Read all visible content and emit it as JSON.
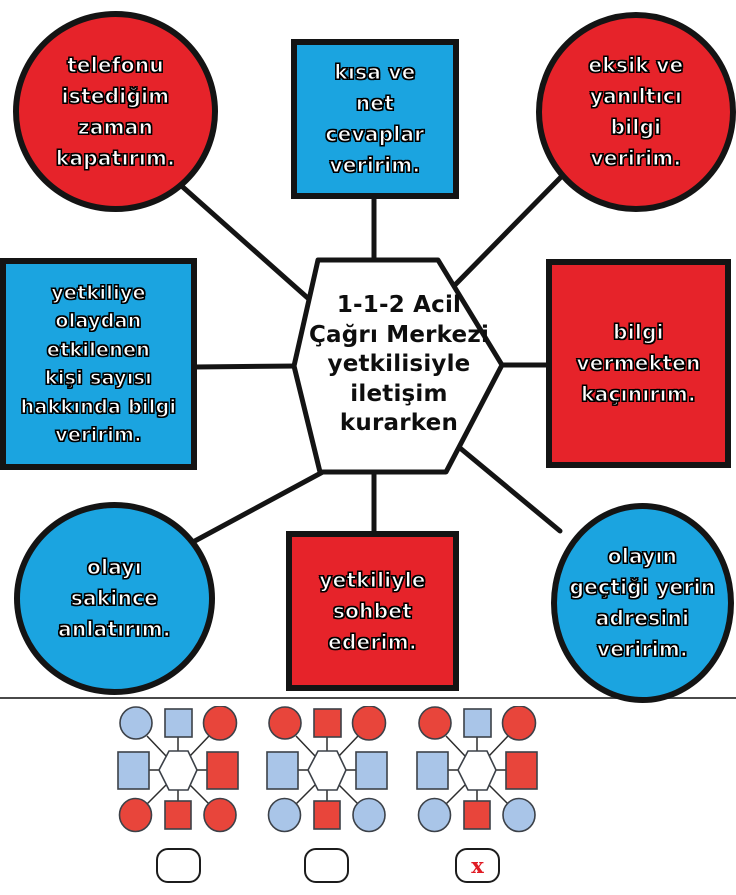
{
  "palette": {
    "main_red": "#e6232a",
    "main_blue": "#1ba4e0",
    "mini_red": "#e8453b",
    "mini_blue": "#a9c5e8",
    "outline_black": "#141414",
    "mark_red": "#e01b24",
    "hexagon_fill": "#ffffff"
  },
  "center_hexagon": {
    "text": "1-1-2 Acil\nÇağrı Merkezi\nyetkilisiyle\niletişim\nkurarken"
  },
  "nodes": [
    {
      "id": "top-left",
      "shape": "circle",
      "fill": "#e6232a",
      "text": "telefonu\nistediğim\nzaman\nkapatırım."
    },
    {
      "id": "top-center",
      "shape": "square",
      "fill": "#1ba4e0",
      "text": "kısa ve\nnet\ncevaplar\nveririm."
    },
    {
      "id": "top-right",
      "shape": "circle",
      "fill": "#e6232a",
      "text": "eksik ve\nyanıltıcı\nbilgi\nveririm."
    },
    {
      "id": "middle-left",
      "shape": "square",
      "fill": "#1ba4e0",
      "text": "yetkiliye olaydan\netkilenen\nkişi sayısı\nhakkında bilgi\nveririm."
    },
    {
      "id": "middle-right",
      "shape": "square",
      "fill": "#e6232a",
      "text": "bilgi\nvermekten\nkaçınırım."
    },
    {
      "id": "bottom-left",
      "shape": "circle",
      "fill": "#1ba4e0",
      "text": "olayı\nsakince\nanlatırım."
    },
    {
      "id": "bottom-center",
      "shape": "square",
      "fill": "#e6232a",
      "text": "yetkiliyle\nsohbet\nederim."
    },
    {
      "id": "bottom-right",
      "shape": "circle",
      "fill": "#1ba4e0",
      "text": "olayın\ngeçtiği yerin\nadresini\nveririm."
    }
  ],
  "answer_options": [
    {
      "mark": "",
      "shapes": {
        "tl": "#a9c5e8",
        "tc": "#a9c5e8",
        "tr": "#e8453b",
        "ml": "#a9c5e8",
        "mr": "#e8453b",
        "bl": "#e8453b",
        "bc": "#e8453b",
        "br": "#e8453b"
      }
    },
    {
      "mark": "",
      "shapes": {
        "tl": "#e8453b",
        "tc": "#e8453b",
        "tr": "#e8453b",
        "ml": "#a9c5e8",
        "mr": "#a9c5e8",
        "bl": "#a9c5e8",
        "bc": "#e8453b",
        "br": "#a9c5e8"
      }
    },
    {
      "mark": "x",
      "shapes": {
        "tl": "#e8453b",
        "tc": "#a9c5e8",
        "tr": "#e8453b",
        "ml": "#a9c5e8",
        "mr": "#e8453b",
        "bl": "#a9c5e8",
        "bc": "#e8453b",
        "br": "#a9c5e8"
      }
    }
  ]
}
